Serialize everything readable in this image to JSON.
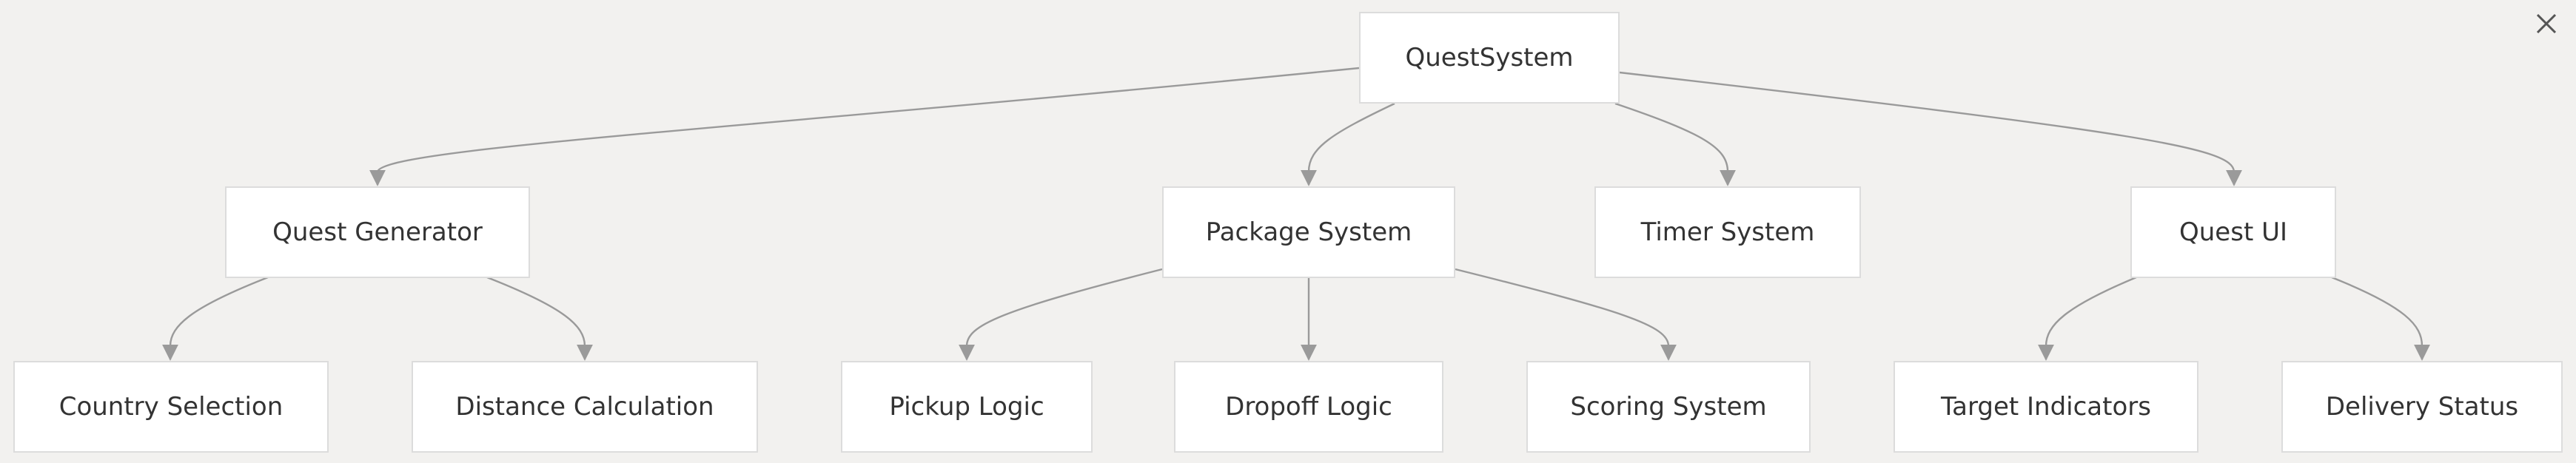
{
  "nodes": {
    "quest_system": "QuestSystem",
    "quest_generator": "Quest Generator",
    "package_system": "Package System",
    "timer_system": "Timer System",
    "quest_ui": "Quest UI",
    "country_selection": "Country Selection",
    "distance_calculation": "Distance Calculation",
    "pickup_logic": "Pickup Logic",
    "dropoff_logic": "Dropoff Logic",
    "scoring_system": "Scoring System",
    "target_indicators": "Target Indicators",
    "delivery_status": "Delivery Status"
  },
  "edges": [
    {
      "from": "QuestSystem",
      "to": "Quest Generator"
    },
    {
      "from": "QuestSystem",
      "to": "Package System"
    },
    {
      "from": "QuestSystem",
      "to": "Timer System"
    },
    {
      "from": "QuestSystem",
      "to": "Quest UI"
    },
    {
      "from": "Quest Generator",
      "to": "Country Selection"
    },
    {
      "from": "Quest Generator",
      "to": "Distance Calculation"
    },
    {
      "from": "Package System",
      "to": "Pickup Logic"
    },
    {
      "from": "Package System",
      "to": "Dropoff Logic"
    },
    {
      "from": "Package System",
      "to": "Scoring System"
    },
    {
      "from": "Quest UI",
      "to": "Target Indicators"
    },
    {
      "from": "Quest UI",
      "to": "Delivery Status"
    }
  ],
  "colors": {
    "background": "#f2f1ef",
    "node_fill": "#ffffff",
    "node_border": "#dcdcdc",
    "edge": "#9a9a9a",
    "text": "#333333"
  },
  "icons": {
    "close": "close-icon"
  }
}
